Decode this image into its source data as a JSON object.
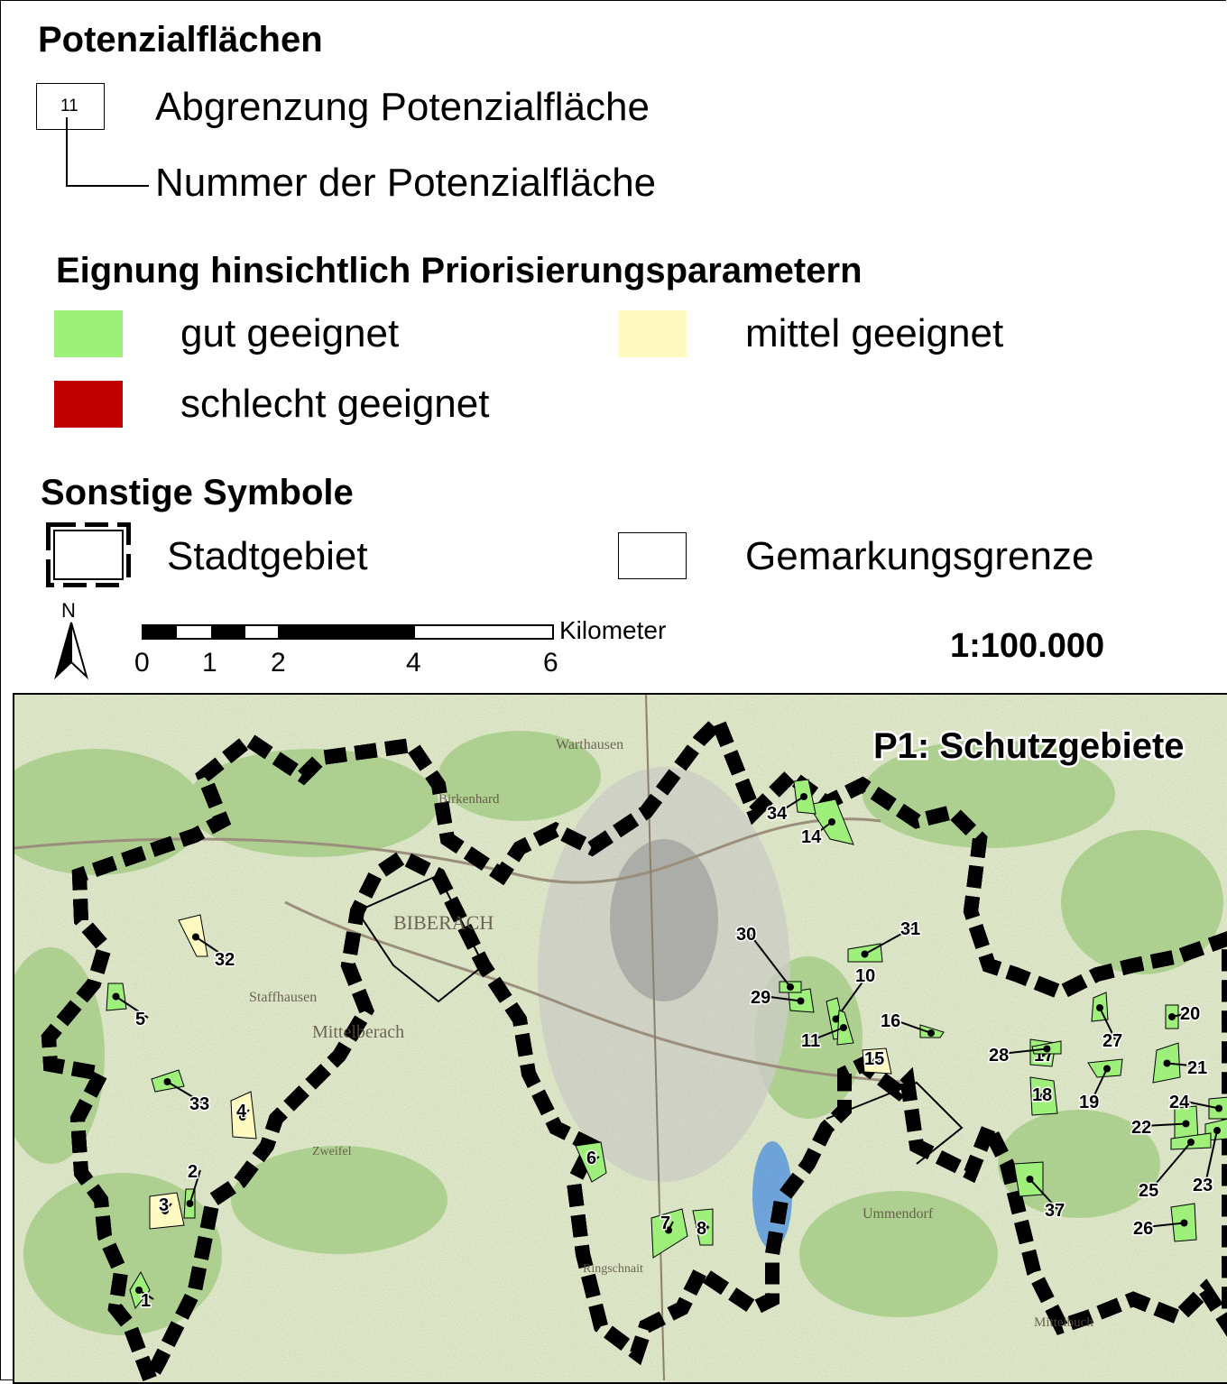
{
  "legend": {
    "section1_title": "Potenzialflächen",
    "sample_number": "11",
    "boundary_label": "Abgrenzung Potenzialfläche",
    "number_label": "Nummer der Potenzialfläche",
    "section2_title": "Eignung hinsichtlich Priorisierungsparametern",
    "classes": [
      {
        "label": "gut geeignet",
        "color": "#9ef07a"
      },
      {
        "label": "mittel geeignet",
        "color": "#fffac0"
      },
      {
        "label": "schlecht geeignet",
        "color": "#c00000"
      }
    ],
    "section3_title": "Sonstige Symbole",
    "city_label": "Stadtgebiet",
    "gemarkung_label": "Gemarkungsgrenze",
    "north_label": "N",
    "scale_unit": "Kilometer",
    "scale_ticks": [
      "0",
      "1",
      "2",
      "4",
      "6"
    ],
    "scale_ratio": "1:100.000"
  },
  "map": {
    "title": "P1: Schutzgebiete",
    "place_names": [
      "BIBERACH",
      "Mittelberach",
      "Warthausen",
      "Ummendorf",
      "Zweifel",
      "Staffhausen",
      "Birkenhard",
      "Ringschnait",
      "Mittelbuch"
    ],
    "areas": [
      {
        "id": "1",
        "class": "gut"
      },
      {
        "id": "2",
        "class": "gut"
      },
      {
        "id": "3",
        "class": "mittel"
      },
      {
        "id": "4",
        "class": "mittel"
      },
      {
        "id": "5",
        "class": "gut"
      },
      {
        "id": "6",
        "class": "gut"
      },
      {
        "id": "7",
        "class": "gut"
      },
      {
        "id": "8",
        "class": "gut"
      },
      {
        "id": "10",
        "class": "gut"
      },
      {
        "id": "11",
        "class": "gut"
      },
      {
        "id": "14",
        "class": "gut"
      },
      {
        "id": "15",
        "class": "mittel"
      },
      {
        "id": "16",
        "class": "gut"
      },
      {
        "id": "17",
        "class": "gut"
      },
      {
        "id": "18",
        "class": "gut"
      },
      {
        "id": "19",
        "class": "gut"
      },
      {
        "id": "20",
        "class": "gut"
      },
      {
        "id": "21",
        "class": "gut"
      },
      {
        "id": "22",
        "class": "gut"
      },
      {
        "id": "23",
        "class": "gut"
      },
      {
        "id": "24",
        "class": "gut"
      },
      {
        "id": "25",
        "class": "gut"
      },
      {
        "id": "26",
        "class": "gut"
      },
      {
        "id": "27",
        "class": "gut"
      },
      {
        "id": "28",
        "class": "gut"
      },
      {
        "id": "29",
        "class": "gut"
      },
      {
        "id": "30",
        "class": "gut"
      },
      {
        "id": "31",
        "class": "gut"
      },
      {
        "id": "32",
        "class": "mittel"
      },
      {
        "id": "33",
        "class": "gut"
      },
      {
        "id": "34",
        "class": "gut"
      },
      {
        "id": "37",
        "class": "gut"
      }
    ]
  }
}
